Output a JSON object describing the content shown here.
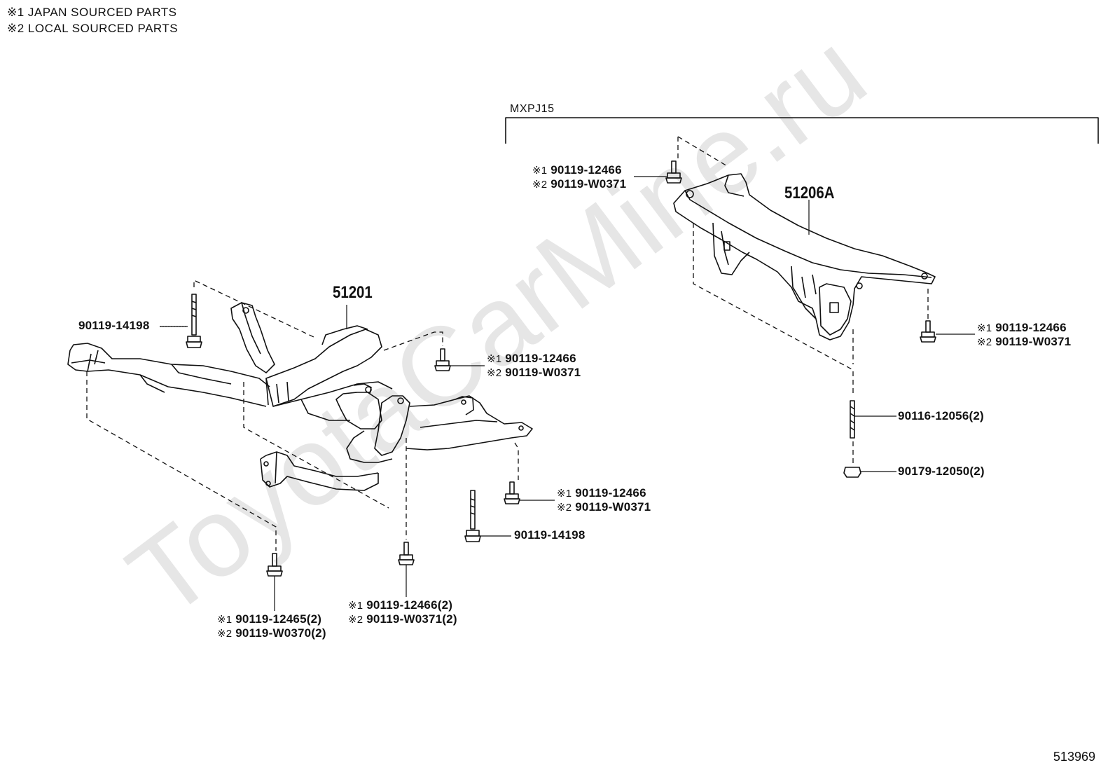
{
  "notes": {
    "japan": "※1 JAPAN SOURCED PARTS",
    "local": "※2 LOCAL SOURCED PARTS"
  },
  "model_bracket": "MXPJ15",
  "watermark": "ToyotaCarMine.ru",
  "figure_number": "513969",
  "parts": {
    "front_member": "51201",
    "rear_member": "51206A",
    "bolt_left_top": "90119-14198",
    "bolt_left_bottom": "90119-14198",
    "mark1": "※1",
    "mark2": "※2",
    "front_upper_right": {
      "japan": "90119-12466",
      "local": "90119-W0371"
    },
    "front_lower_right": {
      "japan": "90119-12466",
      "local": "90119-W0371"
    },
    "front_bottom_left": {
      "japan": "90119-12465(2)",
      "local": "90119-W0370(2)"
    },
    "front_bottom_center": {
      "japan": "90119-12466(2)",
      "local": "90119-W0371(2)"
    },
    "rear_upper_left": {
      "japan": "90119-12466",
      "local": "90119-W0371"
    },
    "rear_right": {
      "japan": "90119-12466",
      "local": "90119-W0371"
    },
    "stud": "90116-12056(2)",
    "nut": "90179-12050(2)"
  }
}
